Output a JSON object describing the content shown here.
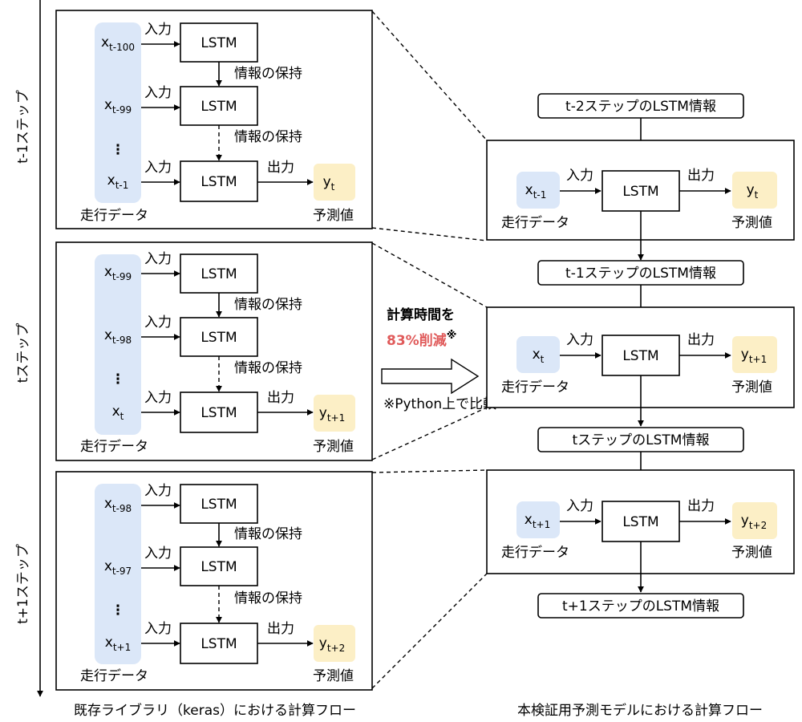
{
  "labels": {
    "lstm": "LSTM",
    "input": "入力",
    "output": "出力",
    "keep": "情報の保持",
    "run_data": "走行データ",
    "pred": "予測値",
    "vdots": "⋮"
  },
  "time_axis": {
    "steps": [
      "t-1ステップ",
      "tステップ",
      "t+1ステップ"
    ]
  },
  "left_panels": [
    {
      "step": "t-1ステップ",
      "inputs": [
        {
          "base": "x",
          "sub": "t-100"
        },
        {
          "base": "x",
          "sub": "t-99"
        },
        {
          "base": "x",
          "sub": "t-1"
        }
      ],
      "pred": {
        "base": "y",
        "sub": "t"
      }
    },
    {
      "step": "tステップ",
      "inputs": [
        {
          "base": "x",
          "sub": "t-99"
        },
        {
          "base": "x",
          "sub": "t-98"
        },
        {
          "base": "x",
          "sub": ""
        }
      ],
      "pred": {
        "base": "y",
        "sub": "t+1"
      }
    },
    {
      "step": "t+1ステップ",
      "inputs": [
        {
          "base": "x",
          "sub": "t-98"
        },
        {
          "base": "x",
          "sub": "t-97"
        },
        {
          "base": "x",
          "sub": "t+1"
        }
      ],
      "pred": {
        "base": "y",
        "sub": "t+2"
      }
    }
  ],
  "last_input_t": {
    "base": "x",
    "sub": "t"
  },
  "right_panels": [
    {
      "input": {
        "base": "x",
        "sub": "t-1"
      },
      "pred": {
        "base": "y",
        "sub": "t"
      }
    },
    {
      "input": {
        "base": "x",
        "sub": "t"
      },
      "pred": {
        "base": "y",
        "sub": "t+1"
      }
    },
    {
      "input": {
        "base": "x",
        "sub": "t+1"
      },
      "pred": {
        "base": "y",
        "sub": "t+2"
      }
    }
  ],
  "right_info_boxes": [
    "t-2ステップのLSTM情報",
    "t-1ステップのLSTM情報",
    "tステップのLSTM情報",
    "t+1ステップのLSTM情報"
  ],
  "reduction": {
    "line1": "計算時間を",
    "line2": "83%削減",
    "mark": "※",
    "note": "※Python上で比較",
    "highlight_color": "#e05a5a"
  },
  "captions": {
    "left": "既存ライブラリ（keras）における計算フロー",
    "right": "本検証用予測モデルにおける計算フロー"
  }
}
